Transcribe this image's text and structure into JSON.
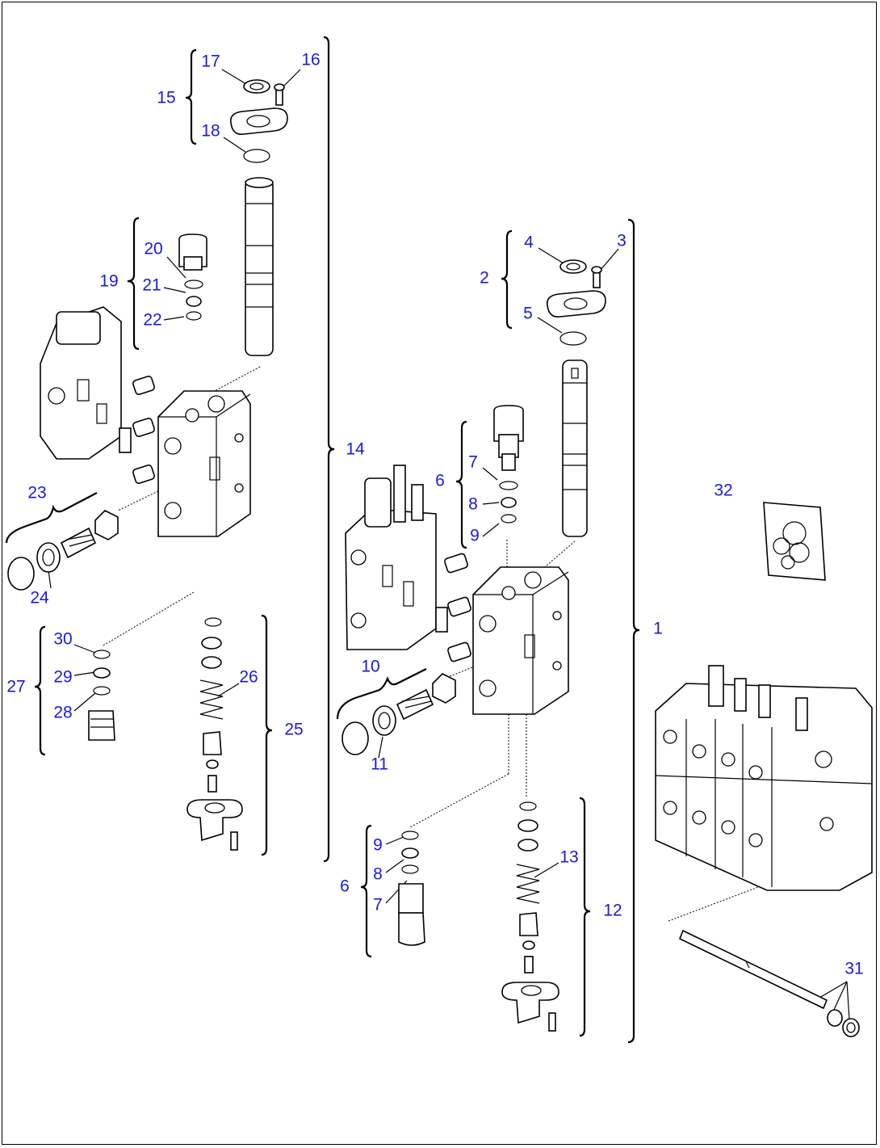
{
  "diagram": {
    "type": "exploded-parts-diagram",
    "accent_color": "#1a1adb",
    "line_color": "#000000",
    "callouts": [
      "1",
      "2",
      "3",
      "4",
      "5",
      "6",
      "7",
      "8",
      "9",
      "10",
      "11",
      "12",
      "13",
      "14",
      "15",
      "16",
      "17",
      "18",
      "19",
      "20",
      "21",
      "22",
      "23",
      "24",
      "25",
      "26",
      "27",
      "28",
      "29",
      "30",
      "31",
      "32",
      "6",
      "7",
      "8",
      "9"
    ]
  }
}
